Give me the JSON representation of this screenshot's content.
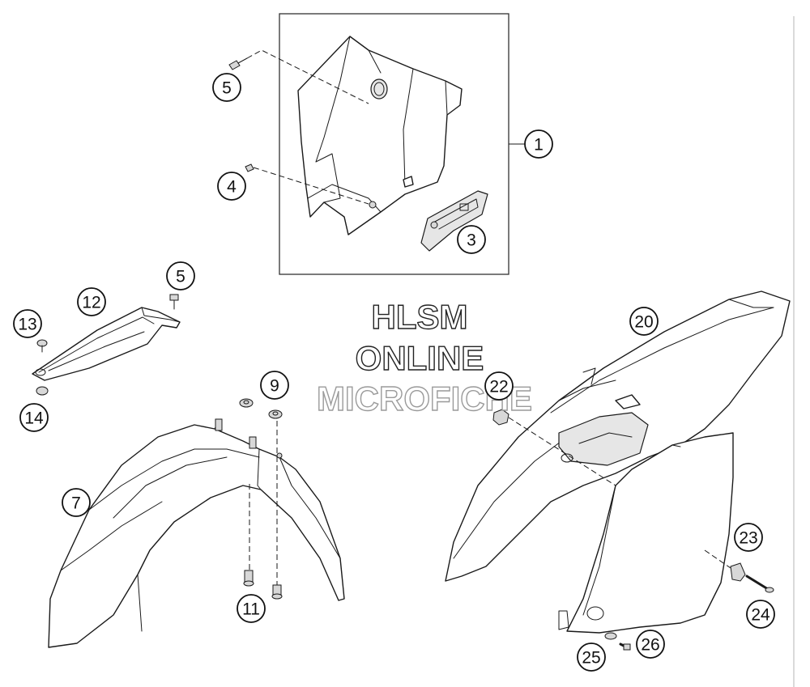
{
  "watermark": {
    "line1": "HLSM",
    "line2": "ONLINE",
    "line3": "MICROFICHE"
  },
  "callouts": [
    {
      "id": "c1",
      "label": "1"
    },
    {
      "id": "c3",
      "label": "3"
    },
    {
      "id": "c4",
      "label": "4"
    },
    {
      "id": "c5a",
      "label": "5"
    },
    {
      "id": "c5b",
      "label": "5"
    },
    {
      "id": "c7",
      "label": "7"
    },
    {
      "id": "c9",
      "label": "9"
    },
    {
      "id": "c11",
      "label": "11"
    },
    {
      "id": "c12",
      "label": "12"
    },
    {
      "id": "c13",
      "label": "13"
    },
    {
      "id": "c14",
      "label": "14"
    },
    {
      "id": "c20",
      "label": "20"
    },
    {
      "id": "c22",
      "label": "22"
    },
    {
      "id": "c23",
      "label": "23"
    },
    {
      "id": "c24",
      "label": "24"
    },
    {
      "id": "c25",
      "label": "25"
    },
    {
      "id": "c26",
      "label": "26"
    }
  ]
}
